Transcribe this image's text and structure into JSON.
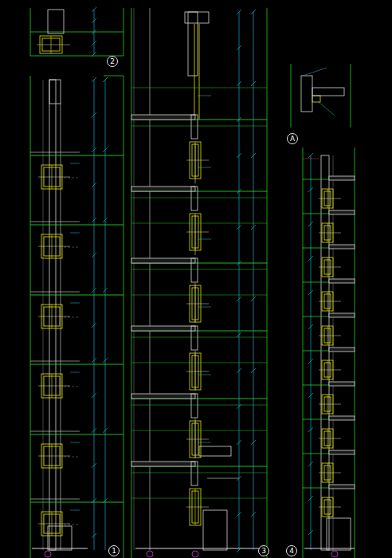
{
  "diagram": {
    "nodes": [
      {
        "text": [
          "2"
        ]
      },
      {
        "text": [
          "A"
        ]
      },
      {
        "text": [
          "1"
        ]
      },
      {
        "text": [
          "3"
        ]
      },
      {
        "text": [
          "4"
        ]
      }
    ]
  }
}
